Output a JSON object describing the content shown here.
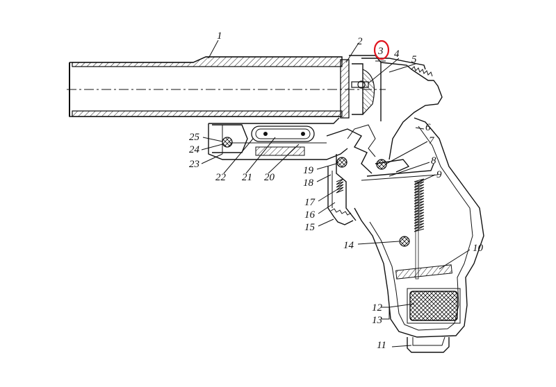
{
  "diagram": {
    "labels": {
      "l1": "1",
      "l2": "2",
      "l3": "3",
      "l4": "4",
      "l5": "5",
      "l6": "6",
      "l7": "7",
      "l8": "8",
      "l9": "9",
      "l10": "10",
      "l11": "11",
      "l12": "12",
      "l13": "13",
      "l14": "14",
      "l15": "15",
      "l16": "16",
      "l17": "17",
      "l18": "18",
      "l19": "19",
      "l20": "20",
      "l21": "21",
      "l22": "22",
      "l23": "23",
      "l24": "24",
      "l25": "25"
    },
    "highlight_label": "3",
    "highlight_color": "#e0141e",
    "line_color": "#111111"
  }
}
